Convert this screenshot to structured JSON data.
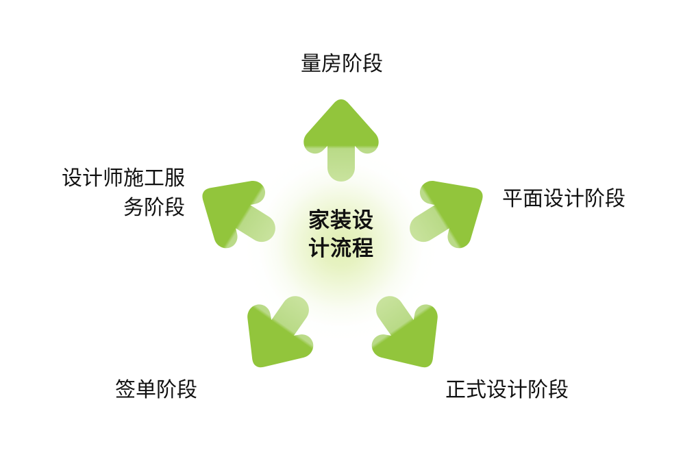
{
  "diagram": {
    "title": "家装设计流程",
    "center": {
      "text": "家装设\n计流程",
      "glow_color": "#dfeeb0"
    },
    "arrow_color": "#92c53c",
    "arrow_tail_fade_color": "#bcdc8c",
    "text_color": "#111111",
    "background_color": "#ffffff",
    "stages": [
      {
        "id": "stage-measure",
        "label": "量房阶段",
        "arrow_direction": "up",
        "arrow_rotation_deg": 0,
        "position": "top"
      },
      {
        "id": "stage-plan-design",
        "label": "平面设计阶段",
        "arrow_direction": "up-right",
        "arrow_rotation_deg": 58,
        "position": "right"
      },
      {
        "id": "stage-formal-design",
        "label": "正式设计阶段",
        "arrow_direction": "down-right",
        "arrow_rotation_deg": 145,
        "position": "bottom-right"
      },
      {
        "id": "stage-contract",
        "label": "签单阶段",
        "arrow_direction": "down-left",
        "arrow_rotation_deg": -145,
        "position": "bottom-left"
      },
      {
        "id": "stage-designer-service",
        "label": "设计师施工服\n务阶段",
        "arrow_direction": "up-left",
        "arrow_rotation_deg": -58,
        "position": "left"
      }
    ]
  },
  "chart_data": {
    "type": "diagram",
    "title": "家装设计流程",
    "layout": "radial-five-arrow-burst",
    "center_text": "家装设计流程",
    "nodes": [
      "量房阶段",
      "平面设计阶段",
      "正式设计阶段",
      "签单阶段",
      "设计师施工服务阶段"
    ],
    "node_count": 5
  }
}
